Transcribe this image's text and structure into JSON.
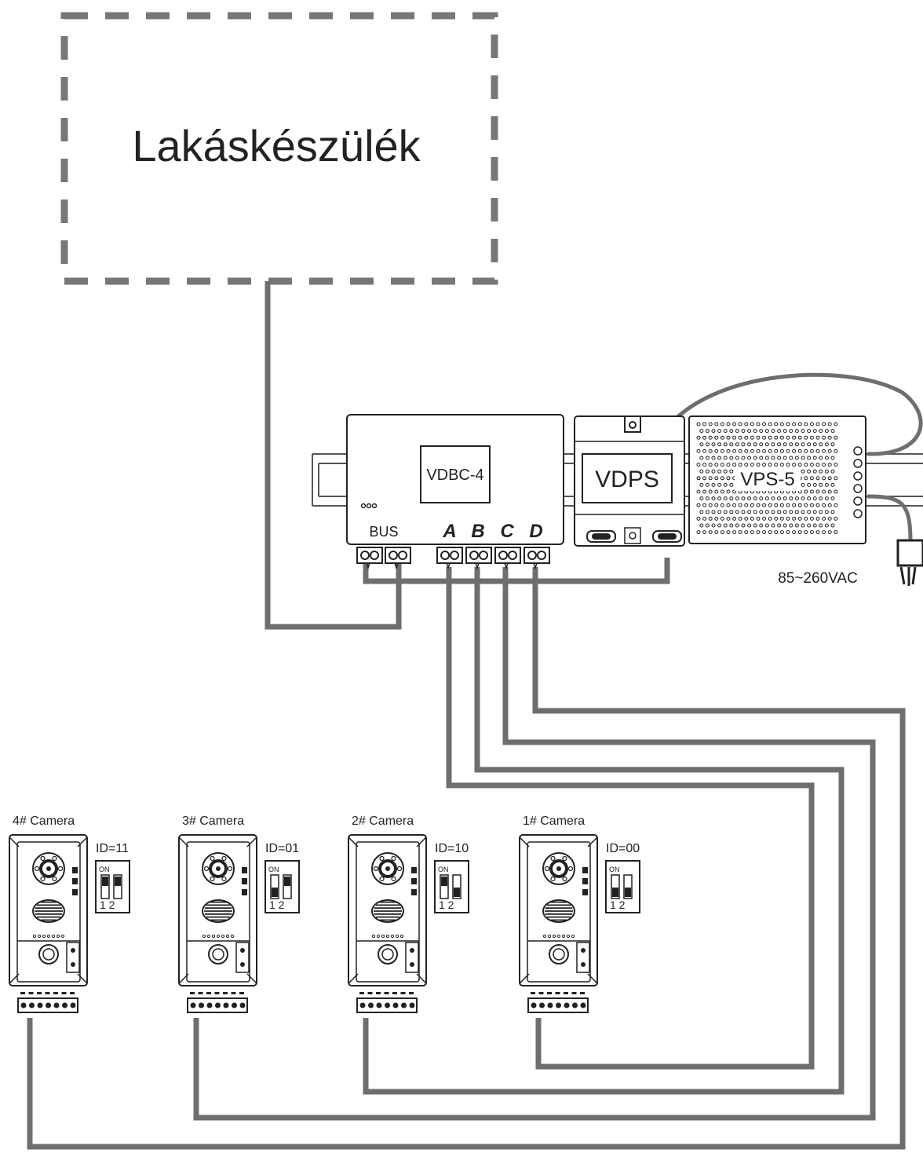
{
  "apartment_unit": {
    "label": "Lakáskészülék"
  },
  "distributor": {
    "label": "VDBC-4",
    "bus_label": "BUS",
    "ports": [
      "A",
      "B",
      "C",
      "D"
    ]
  },
  "power_module": {
    "label": "VDPS"
  },
  "power_supply": {
    "label": "VPS-5",
    "mains_label": "85~260VAC"
  },
  "cameras": [
    {
      "title": "4# Camera",
      "id_label": "ID=11",
      "dip_on": "ON",
      "dip_nums": "1 2"
    },
    {
      "title": "3# Camera",
      "id_label": "ID=01",
      "dip_on": "ON",
      "dip_nums": "1 2"
    },
    {
      "title": "2# Camera",
      "id_label": "ID=10",
      "dip_on": "ON",
      "dip_nums": "1 2"
    },
    {
      "title": "1# Camera",
      "id_label": "ID=00",
      "dip_on": "ON",
      "dip_nums": "1 2"
    }
  ],
  "colors": {
    "wire": "#6e6e6e",
    "outline": "#222222",
    "dash": "#777777"
  }
}
